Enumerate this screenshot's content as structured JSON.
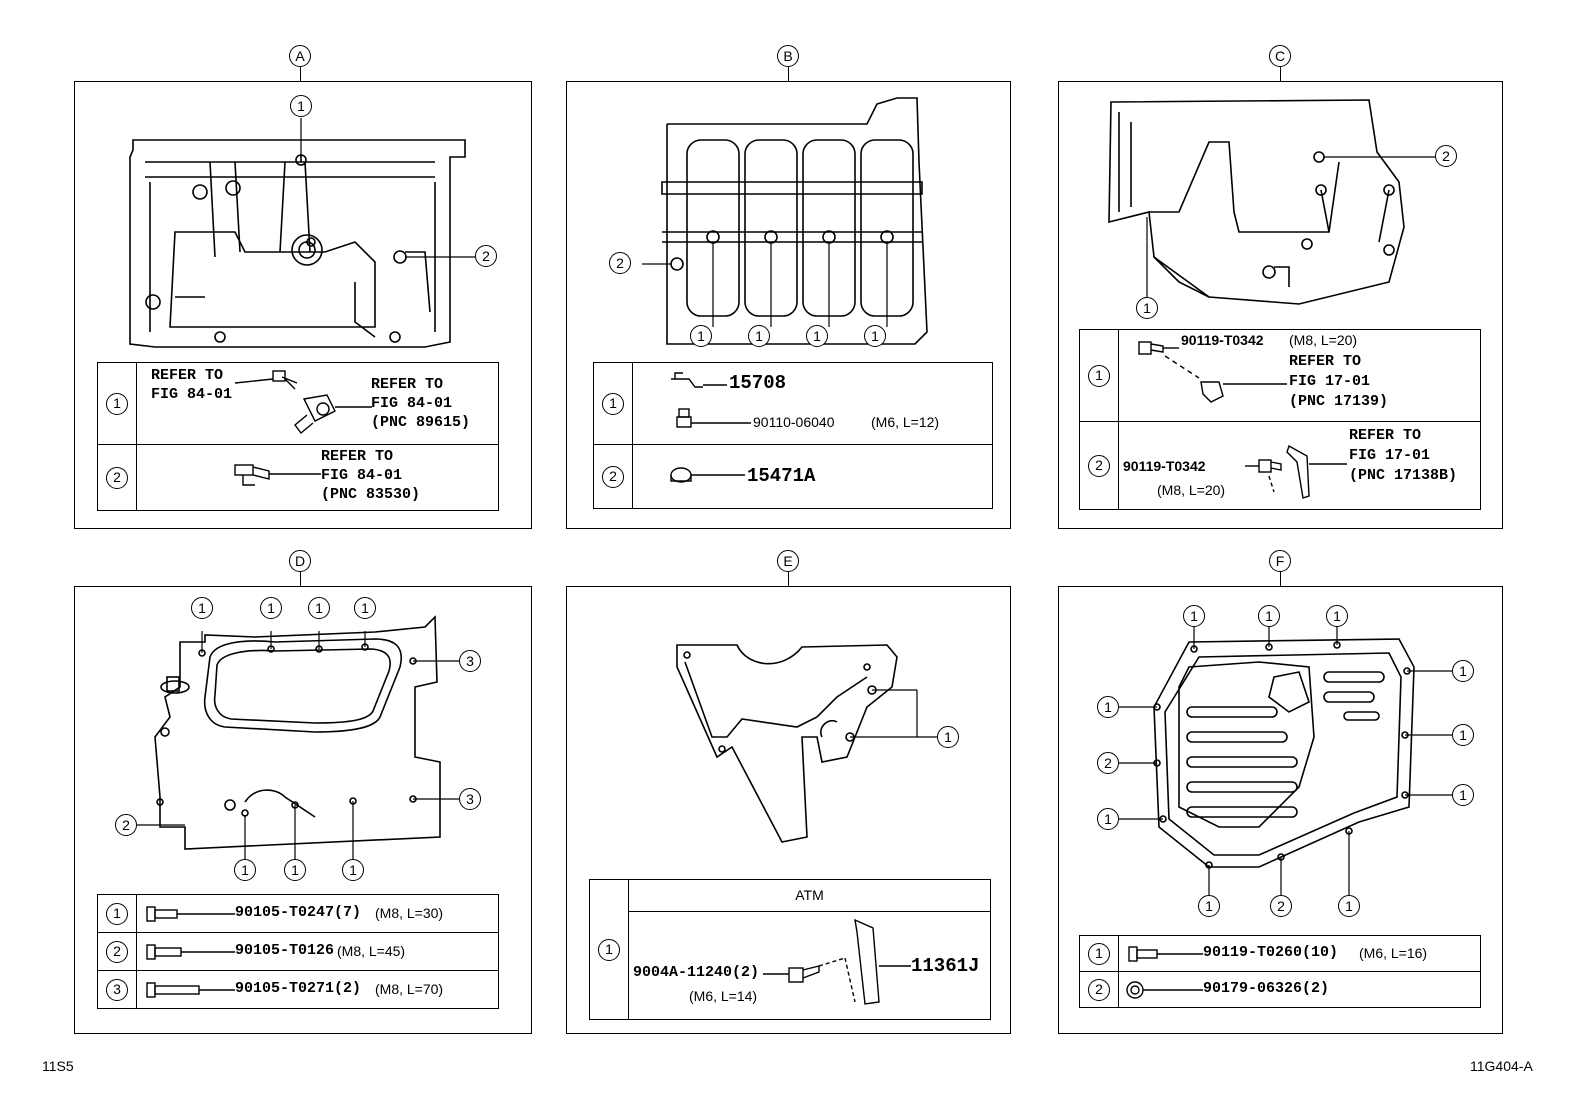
{
  "panels": {
    "A": {
      "label": "A",
      "callouts": [
        "1",
        "2"
      ],
      "legend": [
        {
          "num": "1",
          "left_ref": "REFER TO\nFIG 84-01",
          "right_ref": "REFER TO\nFIG 84-01\n(PNC 89615)"
        },
        {
          "num": "2",
          "ref": "REFER TO\nFIG 84-01\n(PNC 83530)"
        }
      ]
    },
    "B": {
      "label": "B",
      "callouts": [
        "2",
        "1",
        "1",
        "1",
        "1"
      ],
      "legend": [
        {
          "num": "1",
          "part_a": "15708",
          "part_b": "90110-06040",
          "spec_b": "(M6, L=12)"
        },
        {
          "num": "2",
          "part": "15471A"
        }
      ]
    },
    "C": {
      "label": "C",
      "callouts": [
        "2",
        "1"
      ],
      "legend": [
        {
          "num": "1",
          "part": "90119-T0342",
          "spec": "(M8, L=20)",
          "ref": "REFER TO\nFIG 17-01\n(PNC 17139)"
        },
        {
          "num": "2",
          "part": "90119-T0342",
          "spec": "(M8, L=20)",
          "ref": "REFER TO\nFIG 17-01\n(PNC 17138B)"
        }
      ]
    },
    "D": {
      "label": "D",
      "callouts_top": [
        "1",
        "1",
        "1",
        "1"
      ],
      "callouts_right": [
        "3",
        "3"
      ],
      "callouts_left": [
        "2"
      ],
      "callouts_bottom": [
        "1",
        "1",
        "1"
      ],
      "legend": [
        {
          "num": "1",
          "part": "90105-T0247(7)",
          "spec": "(M8, L=30)"
        },
        {
          "num": "2",
          "part": "90105-T0126",
          "spec": "(M8, L=45)"
        },
        {
          "num": "3",
          "part": "90105-T0271(2)",
          "spec": "(M8, L=70)"
        }
      ]
    },
    "E": {
      "label": "E",
      "callouts": [
        "1"
      ],
      "legend_header": "ATM",
      "legend": [
        {
          "num": "1",
          "part": "9004A-11240(2)",
          "spec": "(M6, L=14)",
          "part_b": "11361J"
        }
      ]
    },
    "F": {
      "label": "F",
      "callouts_top": [
        "1",
        "1",
        "1"
      ],
      "callouts_right": [
        "1",
        "1",
        "1"
      ],
      "callouts_left": [
        "1",
        "2",
        "1"
      ],
      "callouts_bottom": [
        "1",
        "2",
        "1"
      ],
      "legend": [
        {
          "num": "1",
          "part": "90119-T0260(10)",
          "spec": "(M6, L=16)"
        },
        {
          "num": "2",
          "part": "90179-06326(2)"
        }
      ]
    }
  },
  "footer": {
    "left_code": "11S5",
    "right_code": "11G404-A"
  }
}
